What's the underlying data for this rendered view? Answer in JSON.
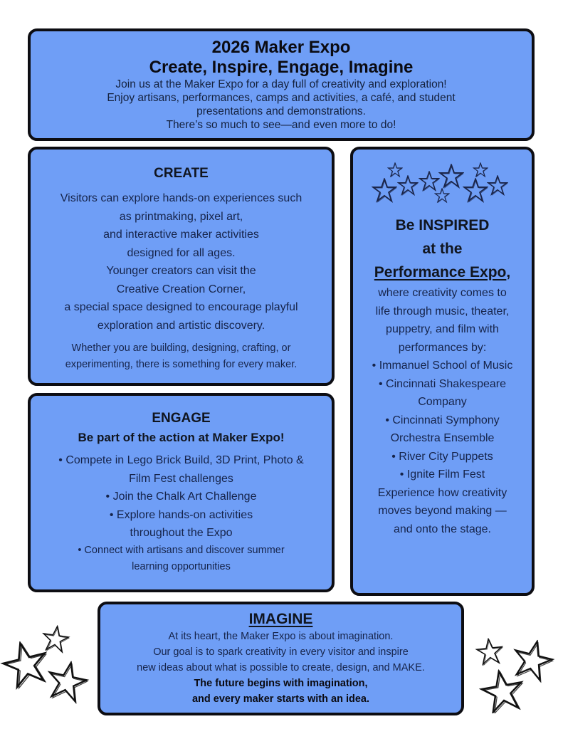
{
  "header": {
    "title": "2026 Maker Expo",
    "subtitle": "Create, Inspire, Engage, Imagine",
    "lines": [
      "Join us at the Maker Expo for a day full of creativity and exploration!",
      "Enjoy artisans, performances, camps and activities, a café, and student",
      "presentations and demonstrations.",
      "There’s so much to see—and even more to do!"
    ]
  },
  "create": {
    "title": "CREATE",
    "lines": [
      "Visitors can explore hands-on experiences such",
      "as printmaking, pixel art,",
      "and interactive maker activities",
      "designed for all ages.",
      "Younger creators can visit the",
      "Creative Creation Corner,",
      "a special space designed to encourage playful",
      "exploration and artistic discovery."
    ],
    "closing": [
      "Whether you are building, designing, crafting, or",
      "experimenting, there is something for every maker."
    ]
  },
  "engage": {
    "title": "ENGAGE",
    "subtitle": "Be part of the action at Maker Expo!",
    "lines": [
      "• Compete in Lego Brick Build, 3D Print, Photo &",
      "Film Fest challenges",
      "• Join the Chalk Art Challenge",
      "• Explore hands-on activities",
      "throughout the Expo"
    ],
    "small_lines": [
      "• Connect with artisans and discover summer",
      "learning opportunities"
    ]
  },
  "inspire": {
    "title_line1": "Be INSPIRED",
    "title_line2": "at the",
    "title_line3": "Performance Expo",
    "title_comma": ",",
    "intro": [
      "where creativity comes to",
      "life through music, theater,",
      "puppetry, and film with",
      "performances by:"
    ],
    "performers": [
      "• Immanuel School of Music",
      "• Cincinnati Shakespeare",
      "Company",
      "• Cincinnati Symphony",
      "Orchestra Ensemble",
      "• River City Puppets",
      "• Ignite Film Fest"
    ],
    "closing": [
      "Experience how creativity",
      "moves beyond making —",
      "and onto the stage."
    ]
  },
  "imagine": {
    "title": "IMAGINE",
    "lines": [
      "At its heart, the Maker Expo is about imagination.",
      "Our goal is to spark creativity in every visitor and inspire",
      "new ideas about what is possible  to create, design, and MAKE."
    ],
    "bold_lines": [
      "The future begins with imagination,",
      "and every maker starts with an idea."
    ]
  },
  "colors": {
    "box_fill": "#6f9ef6",
    "box_border": "#0d0d12",
    "text": "#16244a",
    "background": "#ffffff"
  }
}
